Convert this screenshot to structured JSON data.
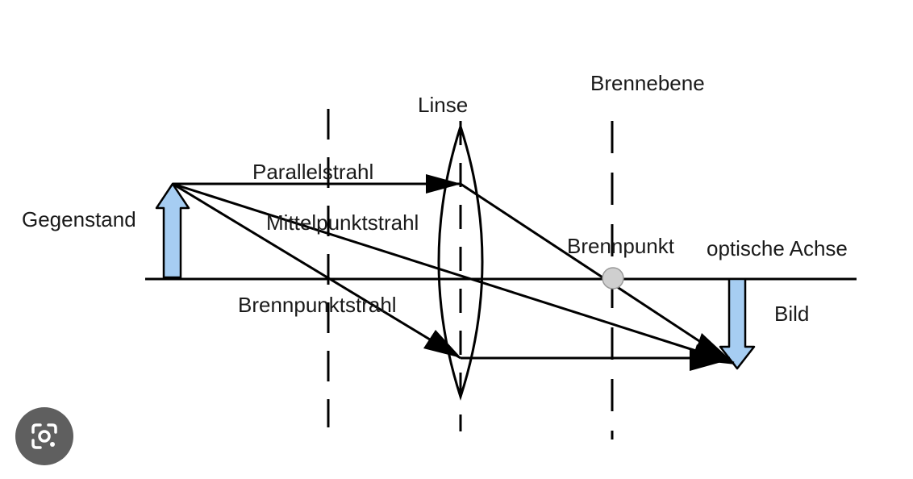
{
  "labels": {
    "linse": "Linse",
    "brennebene": "Brennebene",
    "parallelstrahl": "Parallelstrahl",
    "gegenstand": "Gegenstand",
    "mittelpunktstrahl": "Mittelpunktstrahl",
    "brennpunkt": "Brennpunkt",
    "optische_achse": "optische Achse",
    "brennpunktstrahl": "Brennpunktstrahl",
    "bild": "Bild"
  },
  "colors": {
    "arrow_fill": "#a6cdf2",
    "focal_point": "#cfcfcf",
    "line": "#000000",
    "overlay_button": "#5f5f5f"
  },
  "overlay": {
    "icon": "lens-search-icon"
  }
}
